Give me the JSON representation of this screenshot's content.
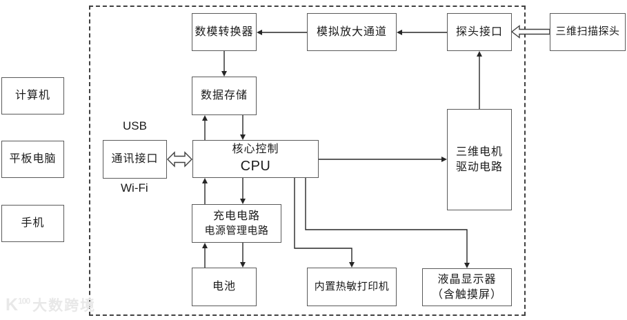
{
  "colors": {
    "background": "#ffffff",
    "box_border": "#595959",
    "dashed_border": "#3f3f3f",
    "line": "#262626",
    "text": "#1a1a1a",
    "watermark": "#e8e8e8"
  },
  "external_devices": [
    {
      "label": "计算机"
    },
    {
      "label": "平板电脑"
    },
    {
      "label": "手机"
    }
  ],
  "blocks": {
    "dac": "数模转换器",
    "analog_amp": "模拟放大通道",
    "probe_interface": "探头接口",
    "scan_probe": "三维扫描探头",
    "data_storage": "数据存储",
    "comm_interface": "通讯接口",
    "cpu": {
      "line1": "核心控制",
      "line2": "CPU"
    },
    "motor_driver": {
      "line1": "三维电机",
      "line2": "驱动电路"
    },
    "power": {
      "line1": "充电电路",
      "line2": "电源管理电路"
    },
    "battery": "电池",
    "printer": "内置热敏打印机",
    "lcd": {
      "line1": "液晶显示器",
      "line2": "（含触摸屏）"
    }
  },
  "connection_labels": {
    "usb": "USB",
    "wifi": "Wi-Fi"
  },
  "watermark": {
    "logo": "K",
    "logo_sup": "100",
    "text": "大数跨境"
  }
}
